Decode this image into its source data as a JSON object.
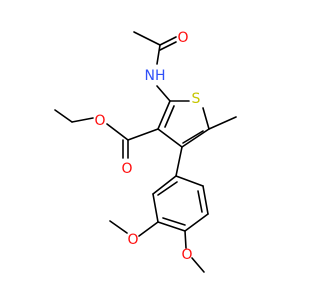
{
  "colors": {
    "bond": "#000000",
    "oxygen": "#ff0d0d",
    "nitrogen": "#3050f8",
    "sulfur": "#c6c600",
    "background": "#ffffff"
  },
  "atom_labels": {
    "o_acetyl": "O",
    "nh": "NH",
    "s_ring": "S",
    "o_ester": "O",
    "o_carbonyl": "O",
    "o_meta": "O",
    "o_para": "O"
  }
}
